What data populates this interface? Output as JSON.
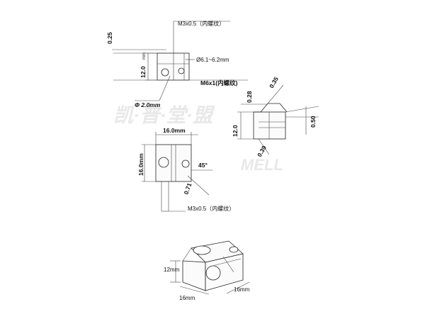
{
  "watermark": {
    "text": "凯·普·堂·盟",
    "logo_text": "MELL"
  },
  "view_side_top": {
    "thread_label": "M3x0.5（内螺纹）",
    "offset_label": "0.25",
    "height_label": "12.0",
    "height_unit": "mm",
    "bore_label": "Ø6.1~6.2mm",
    "main_thread_label": "M6x1(内螺纹)",
    "small_hole_label": "Φ 2.0mm"
  },
  "view_right": {
    "chamfer_top_label": "0.35",
    "offset_label": "0.28",
    "height_label": "12.0",
    "chamfer_bottom_label": "0.39",
    "width_label": "0.50"
  },
  "view_front": {
    "width_label": "16.0mm",
    "height_label": "16.0mm",
    "angle_label": "45°",
    "offset_label": "0.71",
    "thread_label": "M3x0.5（内螺纹）"
  },
  "view_iso": {
    "height_label": "12mm",
    "width_label": "16mm",
    "depth_label": "16mm"
  }
}
